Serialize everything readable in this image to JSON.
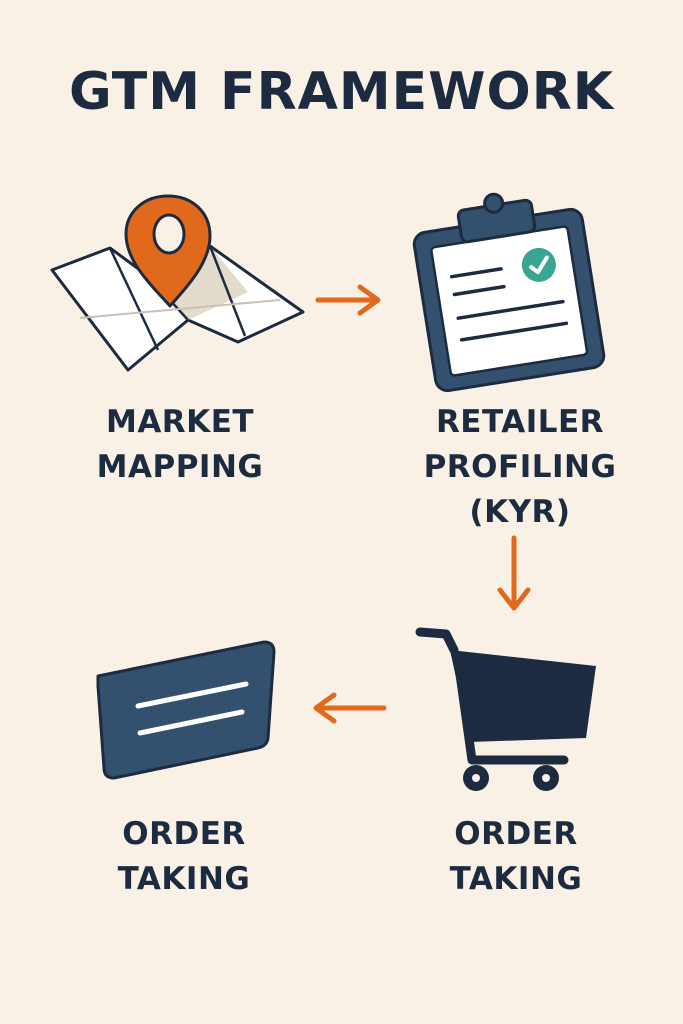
{
  "title": "GTM FRAMEWORK",
  "colors": {
    "background": "#f9f1e5",
    "navy": "#1c2b40",
    "slate_blue": "#34506f",
    "orange": "#e0691b",
    "teal_check": "#3aa593"
  },
  "steps": [
    {
      "icon": "folded-map-with-location-pin",
      "lines": [
        "MARKET",
        "MAPPING"
      ]
    },
    {
      "icon": "clipboard-with-checkmark",
      "lines": [
        "RETAILER",
        "PROFILING",
        "(KYR)"
      ]
    },
    {
      "icon": "shopping-cart",
      "lines": [
        "ORDER",
        "TAKING"
      ]
    },
    {
      "icon": "order-card",
      "lines": [
        "ORDER",
        "TAKING"
      ]
    }
  ],
  "arrows": [
    {
      "from": "MARKET MAPPING",
      "to": "RETAILER PROFILING (KYR)",
      "direction": "right"
    },
    {
      "from": "RETAILER PROFILING (KYR)",
      "to": "ORDER TAKING (cart)",
      "direction": "down"
    },
    {
      "from": "ORDER TAKING (cart)",
      "to": "ORDER TAKING (card)",
      "direction": "left"
    }
  ]
}
